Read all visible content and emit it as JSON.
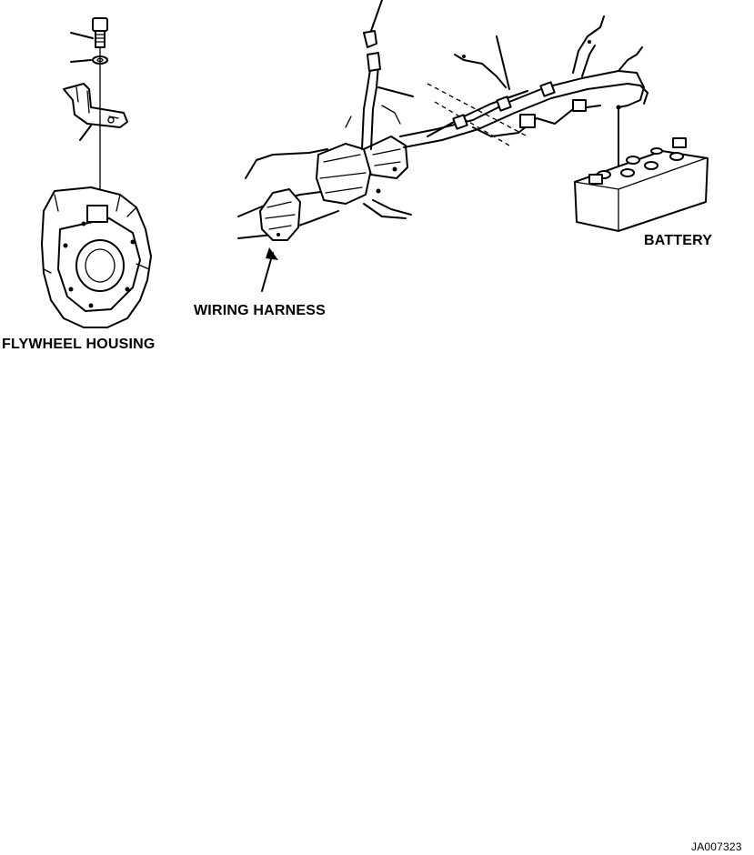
{
  "labels": {
    "battery": "BATTERY",
    "wiring_harness": "WIRING HARNESS",
    "flywheel_housing": "FLYWHEEL HOUSING"
  },
  "figure_code": "JA007323",
  "colors": {
    "line": "#000000",
    "background": "#ffffff"
  }
}
